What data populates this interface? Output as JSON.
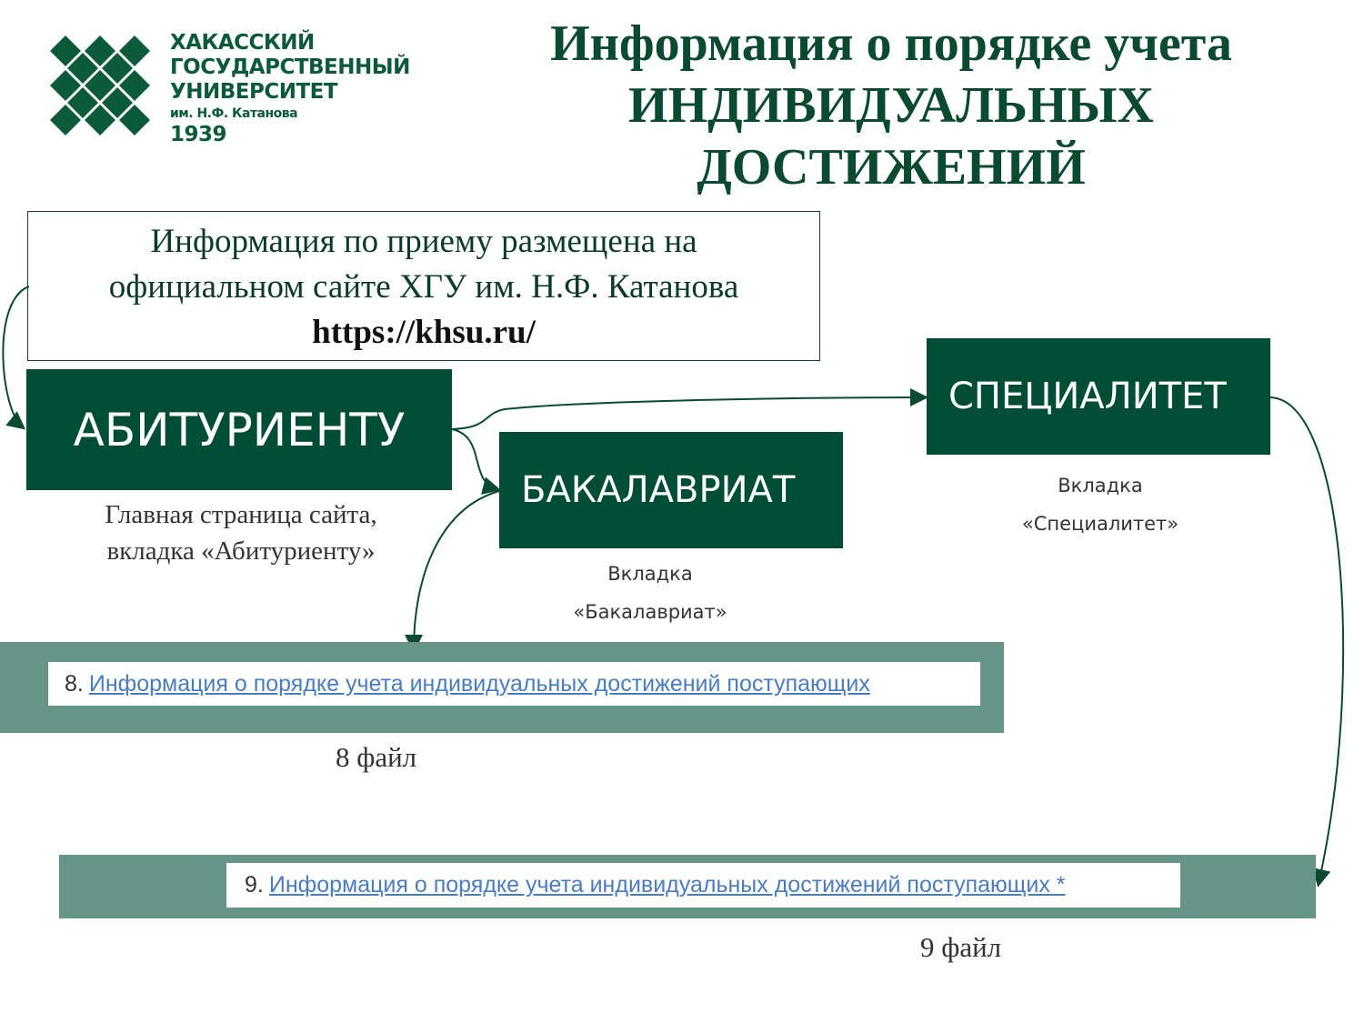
{
  "logo": {
    "lines": [
      "ХАКАССКИЙ",
      "ГОСУДАРСТВЕННЫЙ",
      "УНИВЕРСИТЕТ",
      "им. Н.Ф. Катанова",
      "1939"
    ]
  },
  "title": {
    "line1": "Информация о порядке учета",
    "line2": "ИНДИВИДУАЛЬНЫХ",
    "line3": "ДОСТИЖЕНИЙ"
  },
  "info": {
    "line1": "Информация по приему размещена на",
    "line2": "официальном сайте ХГУ им. Н.Ф. Катанова",
    "url": "https://khsu.ru/"
  },
  "boxes": {
    "abiturientu": "АБИТУРИЕНТУ",
    "bakalavriat": "БАКАЛАВРИАТ",
    "specialitet": "СПЕЦИАЛИТЕТ"
  },
  "captions": {
    "main1": "Главная страница сайта,",
    "main2": "вкладка «Абитуриенту»",
    "bak1": "Вкладка",
    "bak2": "«Бакалавриат»",
    "spec1": "Вкладка",
    "spec2": "«Специалитет»"
  },
  "files": [
    {
      "num": "8.",
      "link": "Информация о порядке учета индивидуальных достижений поступающих",
      "label": "8 файл"
    },
    {
      "num": "9.",
      "link": "Информация о порядке учета индивидуальных достижений поступающих *",
      "label": "9 файл"
    }
  ],
  "colors": {
    "dark_green": "#004d36",
    "band": "#669486",
    "link": "#4a7cc0"
  }
}
